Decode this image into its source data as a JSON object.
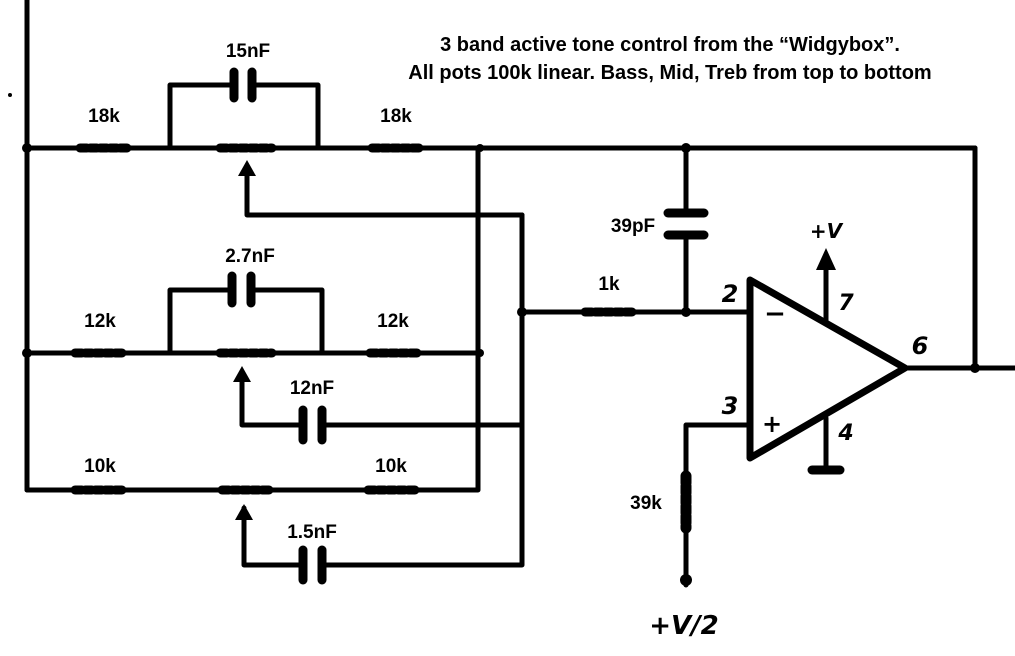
{
  "title": {
    "line1": "3 band active tone control from the “Widgybox”.",
    "line2": "All pots 100k linear.  Bass, Mid, Treb from top to bottom"
  },
  "components": {
    "bass_cap": "15nF",
    "bass_r_left": "18k",
    "bass_r_right": "18k",
    "mid_cap_top": "2.7nF",
    "mid_r_left": "12k",
    "mid_r_right": "12k",
    "mid_cap_bottom": "12nF",
    "treb_r_left": "10k",
    "treb_r_right": "10k",
    "treb_cap": "1.5nF",
    "feedback_cap": "39pF",
    "input_r": "1k",
    "bias_r": "39k"
  },
  "opamp": {
    "pin_inverting": "2",
    "pin_noninverting": "3",
    "pin_output": "6",
    "pin_vplus": "7",
    "pin_ground": "4",
    "minus_sign": "−",
    "plus_sign": "+",
    "supply_label": "+V",
    "bias_label": "+V/2"
  },
  "colors": {
    "ink": "#000000",
    "paper": "#ffffff"
  }
}
